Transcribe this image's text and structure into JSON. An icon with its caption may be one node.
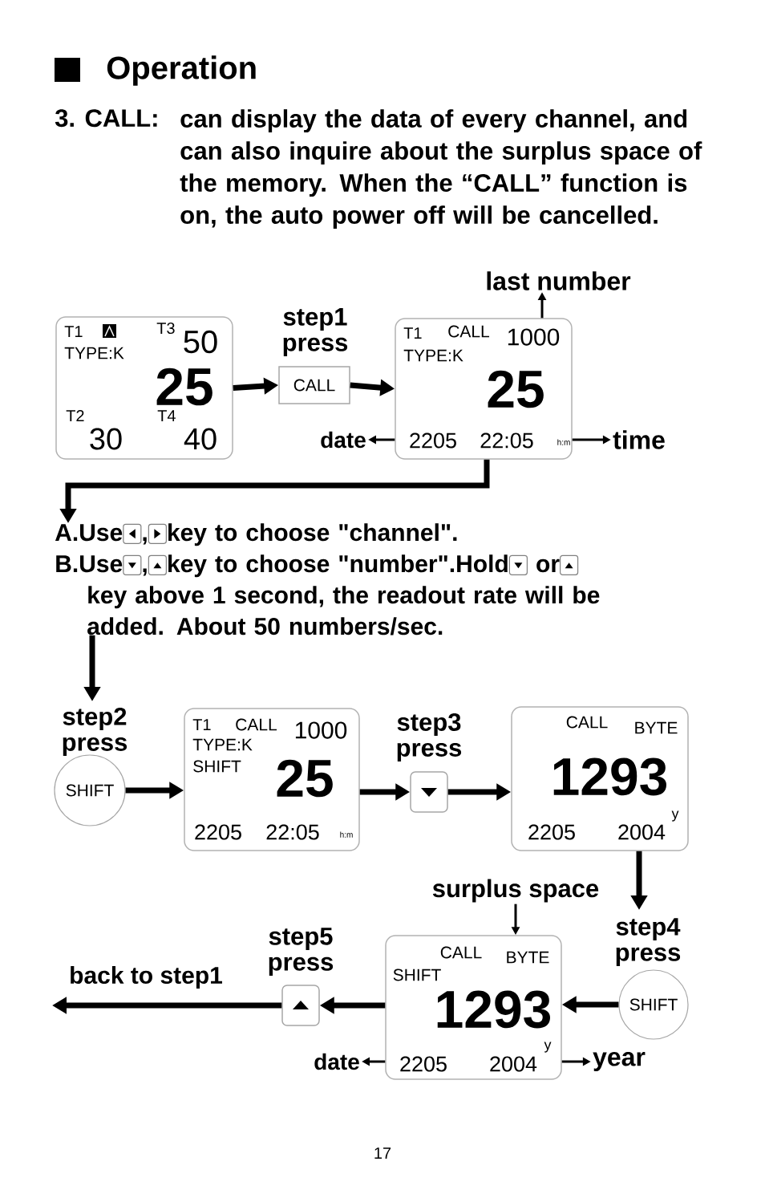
{
  "diagram": {
    "title": "Operation",
    "nodes": [
      {
        "text": [
          "T1",
          "T3",
          "50",
          "TYPE:K",
          "25",
          "T2",
          "30",
          "T4",
          "40"
        ]
      },
      {
        "text": [
          "CALL"
        ],
        "beside": [
          "step1 press"
        ]
      },
      {
        "text": [
          "T1",
          "CALL",
          "1000",
          "TYPE:K",
          "25",
          "2205",
          "22:05",
          "h:m"
        ]
      },
      {
        "text": [
          "last number"
        ]
      },
      {
        "text": [
          "date"
        ]
      },
      {
        "text": [
          "time"
        ]
      },
      {
        "text": [
          "A.Use",
          ",",
          "key to choose \"channel\".",
          "B.Use",
          ",",
          "key to choose \"number\".Hold",
          "or",
          "key above 1 second, the readout rate will be added. About 50 numbers/sec."
        ]
      },
      {
        "text": [
          "SHIFT"
        ],
        "beside": [
          "step2 press"
        ]
      },
      {
        "text": [
          "T1",
          "CALL",
          "1000",
          "TYPE:K",
          "SHIFT",
          "25",
          "2205",
          "22:05",
          "h:m"
        ]
      },
      {
        "text": [],
        "shape": "box",
        "beside": [
          "step3 press"
        ]
      },
      {
        "text": [
          "CALL",
          "BYTE",
          "1293",
          "2205",
          "2004",
          "y"
        ]
      },
      {
        "text": [
          "SHIFT"
        ],
        "beside": [
          "step4 press"
        ]
      },
      {
        "text": [
          "CALL",
          "BYTE",
          "SHIFT",
          "1293",
          "2205",
          "2004",
          "y"
        ]
      },
      {
        "text": [
          "surplus space"
        ]
      },
      {
        "text": [
          "date"
        ]
      },
      {
        "text": [
          "year"
        ]
      },
      {
        "text": [],
        "shape": "box",
        "beside": [
          "step5 press"
        ]
      }
    ],
    "edges": [
      {
        "from": 0,
        "to": 1,
        "arrow": "to"
      },
      {
        "from": 1,
        "to": 2,
        "arrow": "to"
      },
      {
        "from": 2,
        "to": 3,
        "arrow": "to"
      },
      {
        "from": 2,
        "to": 4,
        "arrow": "to"
      },
      {
        "from": 2,
        "to": 5,
        "arrow": "to"
      },
      {
        "from": 2,
        "to": 6,
        "arrow": "to"
      },
      {
        "from": 6,
        "to": 7,
        "arrow": "to"
      },
      {
        "from": 7,
        "to": 8,
        "arrow": "to"
      },
      {
        "from": 8,
        "to": 9,
        "arrow": "to"
      },
      {
        "from": 9,
        "to": 10,
        "arrow": "to"
      },
      {
        "from": 10,
        "to": 11,
        "arrow": "to"
      },
      {
        "from": 11,
        "to": 12,
        "arrow": "to"
      },
      {
        "from": 13,
        "to": 12,
        "arrow": "to"
      },
      {
        "from": 12,
        "to": 14,
        "arrow": "to"
      },
      {
        "from": 12,
        "to": 15,
        "arrow": "to"
      },
      {
        "from": 12,
        "to": 16,
        "arrow": "to"
      },
      {
        "from": 16,
        "to": null,
        "arrow": "to",
        "label": "back to step1"
      }
    ],
    "labels": [
      "3. CALL:",
      "can display the data of every channel, and can also inquire about the surplus space of the memory. When the “CALL” function is on, the auto power off will be cancelled.",
      "17"
    ]
  }
}
